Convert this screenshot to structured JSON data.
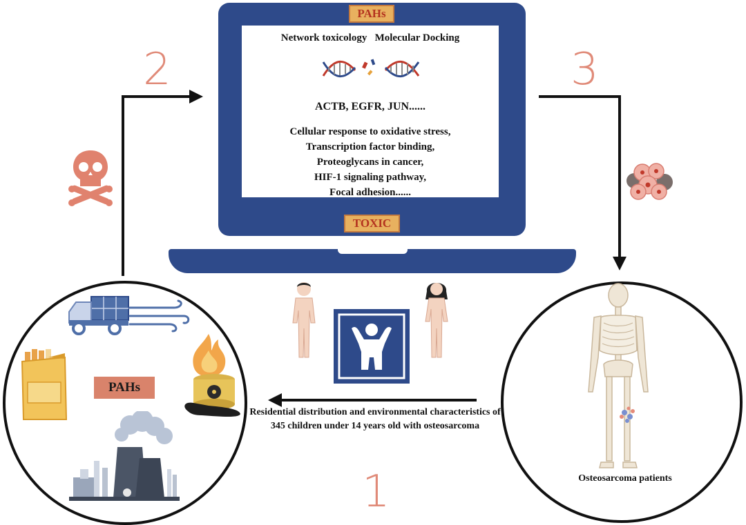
{
  "steps": {
    "one": "1",
    "two": "2",
    "three": "3"
  },
  "laptop": {
    "top_tag": "PAHs",
    "bottom_tag": "TOXIC",
    "methods": "Network toxicology   Molecular Docking",
    "genes": "ACTB, EGFR,  JUN......",
    "pathways": [
      "Cellular response to oxidative stress,",
      "Transcription factor binding,",
      "Proteoglycans in cancer,",
      "HIF-1 signaling pathway,",
      "Focal adhesion......"
    ]
  },
  "left_circle": {
    "label": "PAHs"
  },
  "right_circle": {
    "label": "Osteosarcoma patients"
  },
  "caption": "Residential distribution and environmental characteristics of 345 children under 14 years old with osteosarcoma",
  "colors": {
    "laptop_blue": "#2e4a8a",
    "tag_fill": "#e8b15f",
    "tag_text": "#b4331f",
    "step_number": "#e08a78",
    "pahs_box": "#d9836b",
    "arrow": "#111111"
  },
  "icons": [
    "skull-crossbones-icon",
    "dna-icon",
    "cancer-cells-icon",
    "truck-icon",
    "wind-icon",
    "cigarette-pack-icon",
    "burning-barrel-icon",
    "factory-icon",
    "boy-figure-icon",
    "girl-figure-icon",
    "child-sign-icon",
    "skeleton-icon"
  ]
}
